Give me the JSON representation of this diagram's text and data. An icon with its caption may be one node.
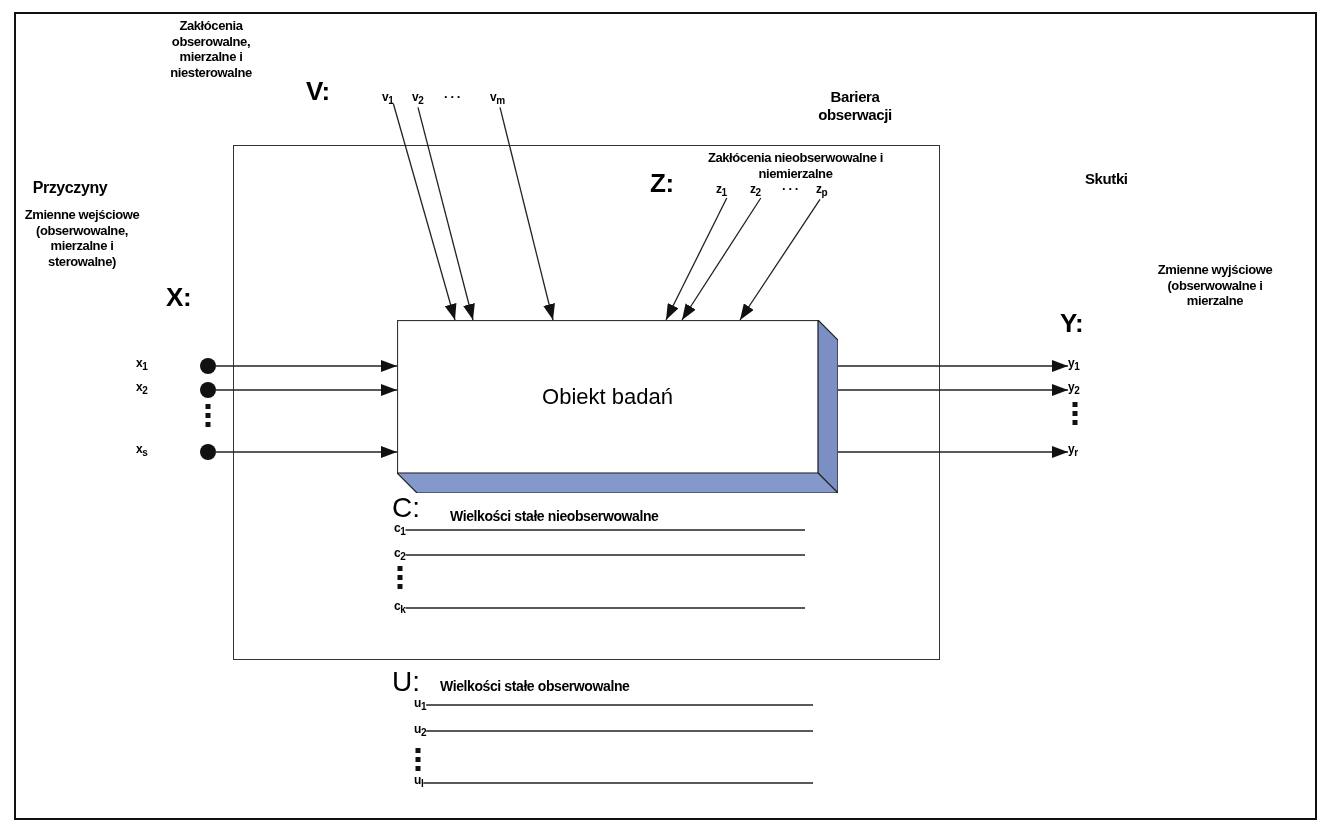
{
  "diagram": {
    "nodes": [
      {
        "text": [
          "Bariera obserwacji"
        ]
      },
      {
        "text": [
          "Obiekt badań"
        ],
        "in": 0
      },
      {
        "text": [
          "v$_{1}$"
        ]
      },
      {
        "text": [
          "v$_{2}$"
        ]
      },
      {
        "text": [
          "v$_{m}$"
        ]
      },
      {
        "text": [
          "z$_{1}$"
        ],
        "in": 0
      },
      {
        "text": [
          "z$_{2}$"
        ],
        "in": 0
      },
      {
        "text": [
          "z$_{p}$"
        ],
        "in": 0
      },
      {
        "text": [
          "x$_{1}$"
        ]
      },
      {
        "text": [
          "x$_{2}$"
        ]
      },
      {
        "text": [
          "x$_{s}$"
        ]
      },
      {
        "text": [
          "y$_{1}$"
        ]
      },
      {
        "text": [
          "y$_{2}$"
        ]
      },
      {
        "text": [
          "y$_{r}$"
        ]
      },
      {
        "text": [
          "c$_{1}$"
        ],
        "in": 0
      },
      {
        "text": [
          "c$_{2}$"
        ],
        "in": 0
      },
      {
        "text": [
          "c$_{k}$"
        ],
        "in": 0
      },
      {
        "text": [
          "u$_{1}$"
        ]
      },
      {
        "text": [
          "u$_{2}$"
        ]
      },
      {
        "text": [
          "u$_{l}$"
        ]
      }
    ],
    "edges": [
      {
        "from": 2,
        "to": 1,
        "arrow": "to"
      },
      {
        "from": 3,
        "to": 1,
        "arrow": "to"
      },
      {
        "from": 4,
        "to": 1,
        "arrow": "to"
      },
      {
        "from": 5,
        "to": 1,
        "arrow": "to"
      },
      {
        "from": 6,
        "to": 1,
        "arrow": "to"
      },
      {
        "from": 7,
        "to": 1,
        "arrow": "to"
      },
      {
        "from": 8,
        "to": 1,
        "arrow": "to"
      },
      {
        "from": 9,
        "to": 1,
        "arrow": "to"
      },
      {
        "from": 10,
        "to": 1,
        "arrow": "to"
      },
      {
        "from": 1,
        "to": 11,
        "arrow": "to"
      },
      {
        "from": 1,
        "to": 12,
        "arrow": "to"
      },
      {
        "from": 1,
        "to": 13,
        "arrow": "to"
      },
      {
        "from": 14,
        "to": null,
        "arrow": "none"
      },
      {
        "from": 15,
        "to": null,
        "arrow": "none"
      },
      {
        "from": 16,
        "to": null,
        "arrow": "none"
      },
      {
        "from": 17,
        "to": null,
        "arrow": "none"
      },
      {
        "from": 18,
        "to": null,
        "arrow": "none"
      },
      {
        "from": 19,
        "to": null,
        "arrow": "none"
      }
    ],
    "labels": [
      "Zakłócenia obserowalne, mierzalne i niesterowalne",
      "V:",
      ". . .",
      "Zakłócenia nieobserwowalne i niemierzalne",
      "Z:",
      ". . .",
      "Przyczyny",
      "Zmienne wejściowe (obserwowalne, mierzalne i sterowalne)",
      "X:",
      "Skutki",
      "Zmienne wyjściowe (obserwowalne i mierzalne",
      "Y:",
      "C:",
      "Wielkości stałe nieobserwowalne",
      "U:",
      "Wielkości stałe obserwowalne"
    ]
  }
}
